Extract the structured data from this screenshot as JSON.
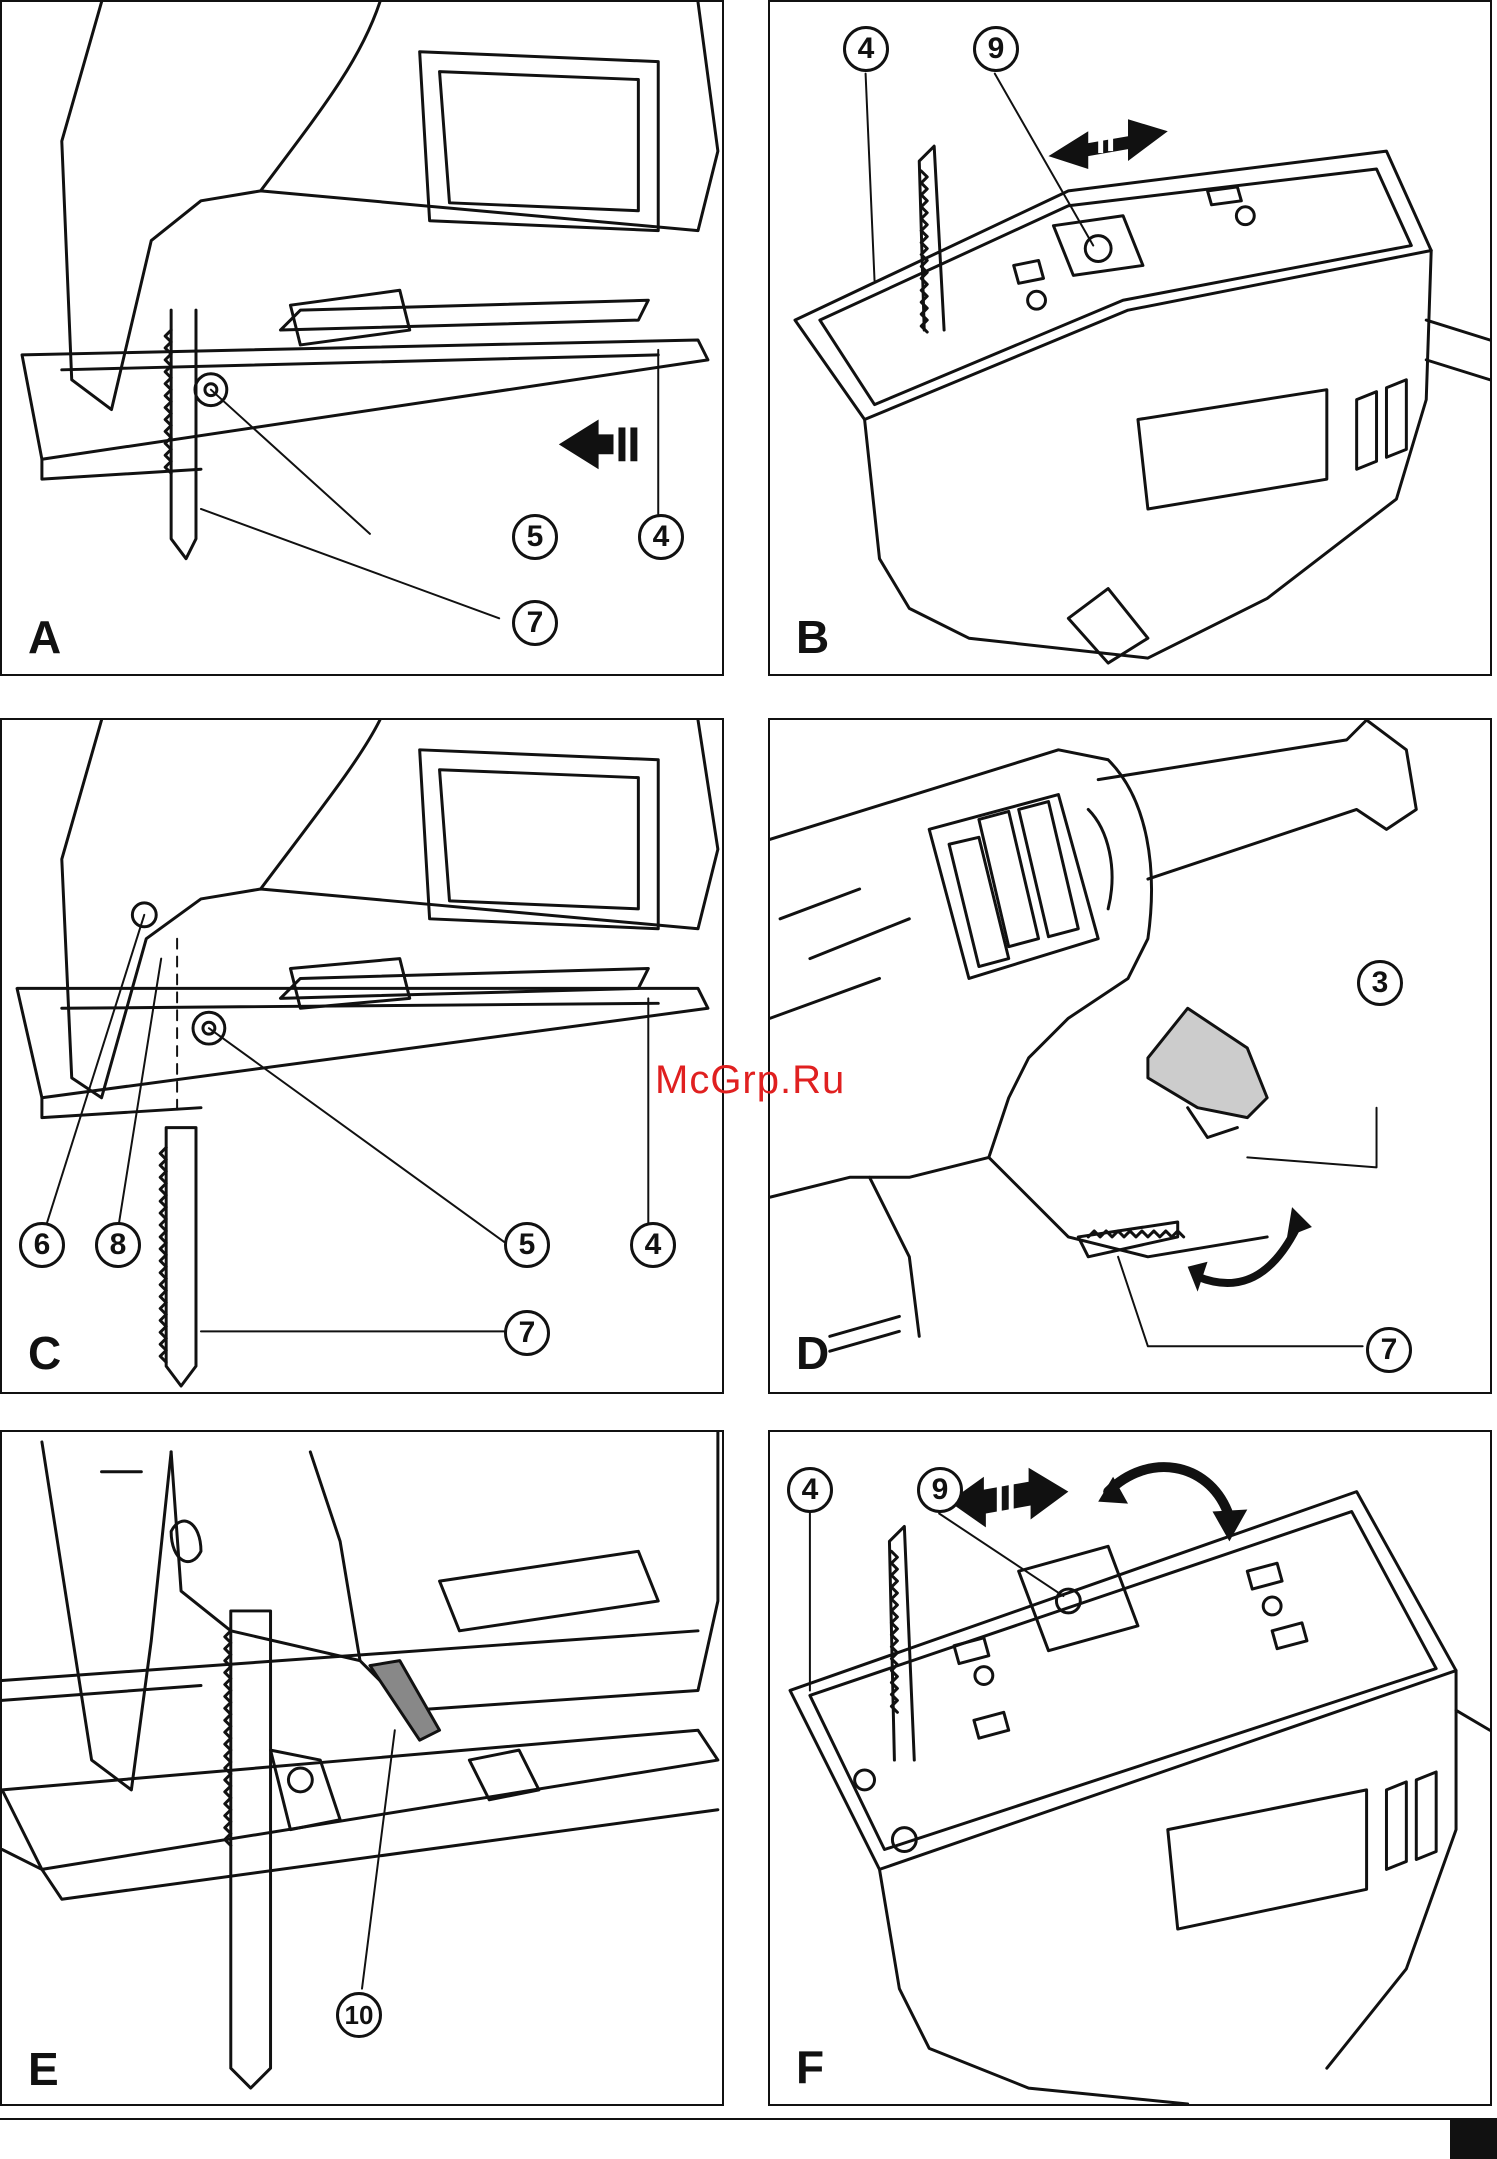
{
  "watermark": "McGrp.Ru",
  "panels": {
    "A": {
      "letter": "A",
      "callouts": [
        "5",
        "4",
        "7"
      ]
    },
    "B": {
      "letter": "B",
      "callouts": [
        "4",
        "9"
      ]
    },
    "C": {
      "letter": "C",
      "callouts": [
        "6",
        "8",
        "5",
        "4",
        "7"
      ]
    },
    "D": {
      "letter": "D",
      "callouts": [
        "3",
        "7"
      ]
    },
    "E": {
      "letter": "E",
      "callouts": [
        "10"
      ]
    },
    "F": {
      "letter": "F",
      "callouts": [
        "4",
        "9"
      ]
    }
  }
}
